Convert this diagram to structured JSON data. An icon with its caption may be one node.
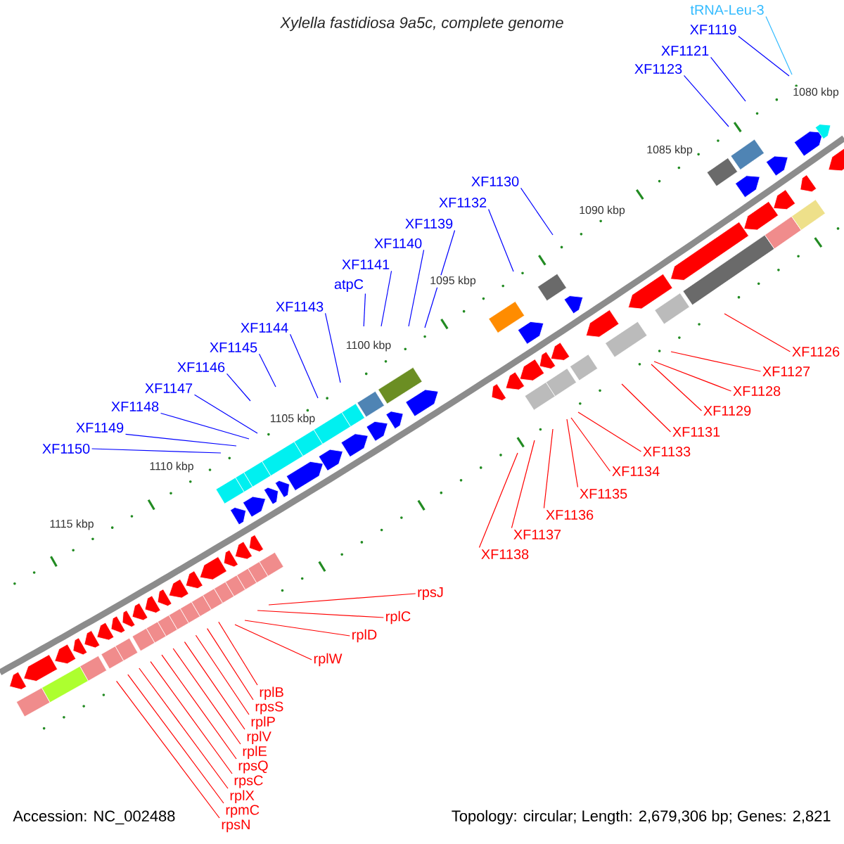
{
  "diagram": {
    "title": "Xylella fastidiosa 9a5c, complete genome",
    "nodes": [
      {
        "text": [
          "tRNA-Leu-3"
        ]
      },
      {
        "text": [
          "XF1119"
        ]
      },
      {
        "text": [
          "XF1121"
        ]
      },
      {
        "text": [
          "XF1123"
        ]
      },
      {
        "text": [
          "XF1130"
        ]
      },
      {
        "text": [
          "XF1132"
        ]
      },
      {
        "text": [
          "XF1139"
        ]
      },
      {
        "text": [
          "XF1140"
        ]
      },
      {
        "text": [
          "XF1141"
        ]
      },
      {
        "text": [
          "atpC"
        ]
      },
      {
        "text": [
          "XF1143"
        ]
      },
      {
        "text": [
          "XF1144"
        ]
      },
      {
        "text": [
          "XF1145"
        ]
      },
      {
        "text": [
          "XF1146"
        ]
      },
      {
        "text": [
          "XF1147"
        ]
      },
      {
        "text": [
          "XF1148"
        ]
      },
      {
        "text": [
          "XF1149"
        ]
      },
      {
        "text": [
          "XF1150"
        ]
      },
      {
        "text": [
          "XF1126"
        ]
      },
      {
        "text": [
          "XF1127"
        ]
      },
      {
        "text": [
          "XF1128"
        ]
      },
      {
        "text": [
          "XF1129"
        ]
      },
      {
        "text": [
          "XF1131"
        ]
      },
      {
        "text": [
          "XF1133"
        ]
      },
      {
        "text": [
          "XF1134"
        ]
      },
      {
        "text": [
          "XF1135"
        ]
      },
      {
        "text": [
          "XF1136"
        ]
      },
      {
        "text": [
          "XF1137"
        ]
      },
      {
        "text": [
          "XF1138"
        ]
      },
      {
        "text": [
          "rpsJ"
        ]
      },
      {
        "text": [
          "rplC"
        ]
      },
      {
        "text": [
          "rplD"
        ]
      },
      {
        "text": [
          "rplW"
        ]
      },
      {
        "text": [
          "rplB"
        ]
      },
      {
        "text": [
          "rpsS"
        ]
      },
      {
        "text": [
          "rplP"
        ]
      },
      {
        "text": [
          "rplV"
        ]
      },
      {
        "text": [
          "rpsQ"
        ]
      },
      {
        "text": [
          "rplE"
        ]
      },
      {
        "text": [
          "rpsC"
        ]
      },
      {
        "text": [
          "rplX"
        ]
      },
      {
        "text": [
          "rpmC"
        ]
      },
      {
        "text": [
          "rpsN"
        ]
      }
    ],
    "edges": [
      {
        "from": 0,
        "to": null,
        "arrow": "none",
        "color": "#33bbff"
      },
      {
        "from": 1,
        "to": null,
        "arrow": "none",
        "color": "#0000ff"
      },
      {
        "from": 2,
        "to": null,
        "arrow": "none",
        "color": "#0000ff"
      },
      {
        "from": 3,
        "to": null,
        "arrow": "none",
        "color": "#0000ff"
      },
      {
        "from": 4,
        "to": null,
        "arrow": "none",
        "color": "#0000ff"
      },
      {
        "from": 5,
        "to": null,
        "arrow": "none",
        "color": "#0000ff"
      },
      {
        "from": 6,
        "to": null,
        "arrow": "none",
        "color": "#0000ff"
      },
      {
        "from": 7,
        "to": null,
        "arrow": "none",
        "color": "#0000ff"
      },
      {
        "from": 8,
        "to": null,
        "arrow": "none",
        "color": "#0000ff"
      },
      {
        "from": 9,
        "to": null,
        "arrow": "none",
        "color": "#0000ff"
      },
      {
        "from": 10,
        "to": null,
        "arrow": "none",
        "color": "#0000ff"
      },
      {
        "from": 11,
        "to": null,
        "arrow": "none",
        "color": "#0000ff"
      },
      {
        "from": 12,
        "to": null,
        "arrow": "none",
        "color": "#0000ff"
      },
      {
        "from": 13,
        "to": null,
        "arrow": "none",
        "color": "#0000ff"
      },
      {
        "from": 14,
        "to": null,
        "arrow": "none",
        "color": "#0000ff"
      },
      {
        "from": 15,
        "to": null,
        "arrow": "none",
        "color": "#0000ff"
      },
      {
        "from": 16,
        "to": null,
        "arrow": "none",
        "color": "#0000ff"
      },
      {
        "from": 17,
        "to": null,
        "arrow": "none",
        "color": "#0000ff"
      },
      {
        "from": 18,
        "to": null,
        "arrow": "none",
        "color": "#ff0000"
      },
      {
        "from": 19,
        "to": null,
        "arrow": "none",
        "color": "#ff0000"
      },
      {
        "from": 20,
        "to": null,
        "arrow": "none",
        "color": "#ff0000"
      },
      {
        "from": 21,
        "to": null,
        "arrow": "none",
        "color": "#ff0000"
      },
      {
        "from": 22,
        "to": null,
        "arrow": "none",
        "color": "#ff0000"
      },
      {
        "from": 23,
        "to": null,
        "arrow": "none",
        "color": "#ff0000"
      },
      {
        "from": 24,
        "to": null,
        "arrow": "none",
        "color": "#ff0000"
      },
      {
        "from": 25,
        "to": null,
        "arrow": "none",
        "color": "#ff0000"
      },
      {
        "from": 26,
        "to": null,
        "arrow": "none",
        "color": "#ff0000"
      },
      {
        "from": 27,
        "to": null,
        "arrow": "none",
        "color": "#ff0000"
      },
      {
        "from": 28,
        "to": null,
        "arrow": "none",
        "color": "#ff0000"
      },
      {
        "from": 29,
        "to": null,
        "arrow": "none",
        "color": "#ff0000"
      },
      {
        "from": 30,
        "to": null,
        "arrow": "none",
        "color": "#ff0000"
      },
      {
        "from": 31,
        "to": null,
        "arrow": "none",
        "color": "#ff0000"
      },
      {
        "from": 32,
        "to": null,
        "arrow": "none",
        "color": "#ff0000"
      },
      {
        "from": 33,
        "to": null,
        "arrow": "none",
        "color": "#ff0000"
      },
      {
        "from": 34,
        "to": null,
        "arrow": "none",
        "color": "#ff0000"
      },
      {
        "from": 35,
        "to": null,
        "arrow": "none",
        "color": "#ff0000"
      },
      {
        "from": 36,
        "to": null,
        "arrow": "none",
        "color": "#ff0000"
      },
      {
        "from": 37,
        "to": null,
        "arrow": "none",
        "color": "#ff0000"
      },
      {
        "from": 38,
        "to": null,
        "arrow": "none",
        "color": "#ff0000"
      },
      {
        "from": 39,
        "to": null,
        "arrow": "none",
        "color": "#ff0000"
      },
      {
        "from": 40,
        "to": null,
        "arrow": "none",
        "color": "#ff0000"
      },
      {
        "from": 41,
        "to": null,
        "arrow": "none",
        "color": "#ff0000"
      },
      {
        "from": 42,
        "to": null,
        "arrow": "none",
        "color": "#ff0000"
      }
    ],
    "labels": [
      "1080 kbp",
      "1085 kbp",
      "1090 kbp",
      "1095 kbp",
      "1100 kbp",
      "1105 kbp",
      "1110 kbp",
      "1115 kbp",
      "Accession: NC_002488",
      "Topology: circular; Length: 2,679,306 bp; Genes: 2,821"
    ]
  }
}
